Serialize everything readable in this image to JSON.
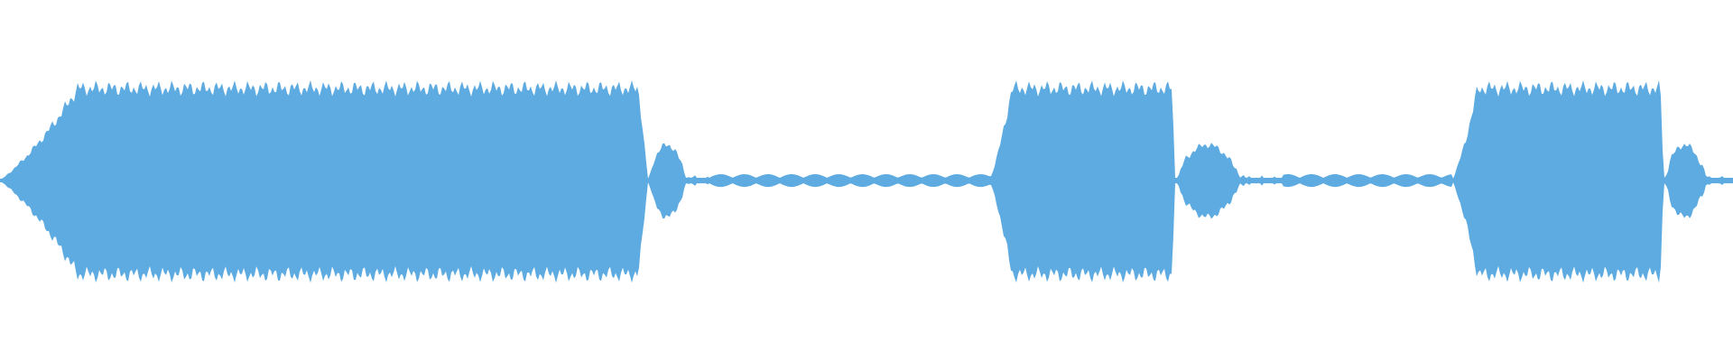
{
  "waveform": {
    "color": "#5dabe1",
    "segments": [
      {
        "start": 0.0,
        "end": 0.374,
        "level": "loud"
      },
      {
        "start": 0.374,
        "end": 0.41,
        "level": "decay"
      },
      {
        "start": 0.41,
        "end": 0.571,
        "level": "silence"
      },
      {
        "start": 0.571,
        "end": 0.678,
        "level": "loud"
      },
      {
        "start": 0.678,
        "end": 0.74,
        "level": "decay"
      },
      {
        "start": 0.74,
        "end": 0.838,
        "level": "silence"
      },
      {
        "start": 0.838,
        "end": 0.96,
        "level": "loud"
      },
      {
        "start": 0.96,
        "end": 1.0,
        "level": "decay"
      }
    ]
  }
}
